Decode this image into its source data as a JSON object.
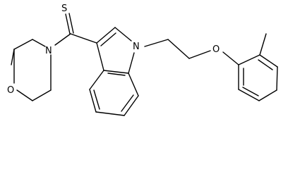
{
  "structure": {
    "atoms": {
      "thione_sulfur": "S",
      "morpholine_nitrogen": "N",
      "morpholine_oxygen": "O",
      "indole_nitrogen": "N",
      "ether_oxygen": "O"
    },
    "colors": {
      "bond": "#000000",
      "label": "#000000",
      "background": "#ffffff"
    }
  }
}
